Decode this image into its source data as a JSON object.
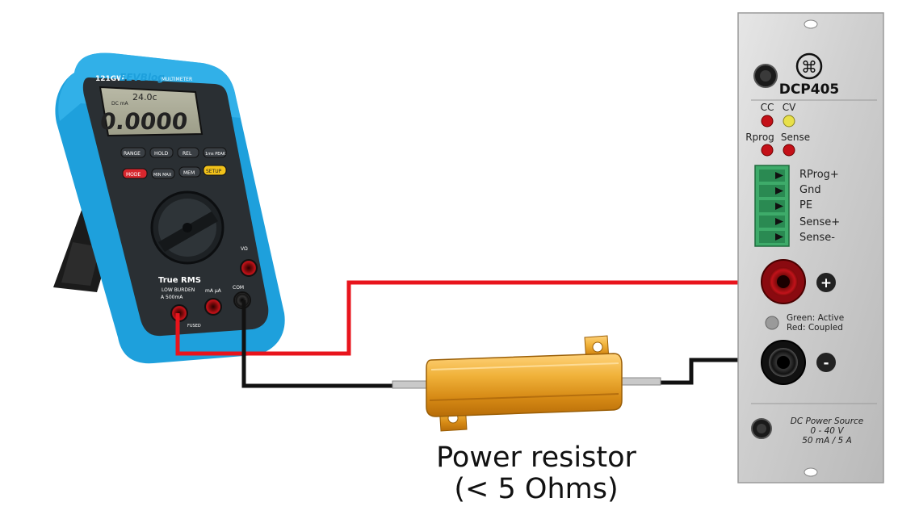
{
  "multimeter": {
    "brand_model": "121GW",
    "brand_name": "EEVBlog",
    "brand_suffix": "MULTIMETER",
    "display_main": "0.0000",
    "display_temp": "24.0c",
    "display_mode": "DC mA",
    "buttons": [
      "RANGE",
      "HOLD",
      "REL",
      "1ms PEAK",
      "MODE",
      "MIN MAX",
      "MEM",
      "SETUP"
    ],
    "true_rms": "True RMS",
    "low_burden": "LOW BURDEN",
    "jack_labels": [
      "A 500mA",
      "mA µA",
      "COM",
      "VΩ"
    ],
    "fused": "FUSED",
    "body_color": "#1ea0dc"
  },
  "psu": {
    "model": "DCP405",
    "led_labels": {
      "cc": "CC",
      "cv": "CV",
      "rprog": "Rprog",
      "sense": "Sense"
    },
    "terminal_labels": [
      "RProg+",
      "Gnd",
      "PE",
      "Sense+",
      "Sense-"
    ],
    "plus_symbol": "+",
    "minus_symbol": "-",
    "status_line1": "Green: Active",
    "status_line2": "Red: Coupled",
    "footer_line1": "DC Power Source",
    "footer_line2": "0 - 40 V",
    "footer_line3": "50 mA / 5 A"
  },
  "resistor": {
    "caption_line1": "Power resistor",
    "caption_line2": "(< 5 Ohms)",
    "body_color": "#e7a52a"
  },
  "wires": {
    "positive_color": "#e8141c",
    "negative_color": "#111111"
  }
}
